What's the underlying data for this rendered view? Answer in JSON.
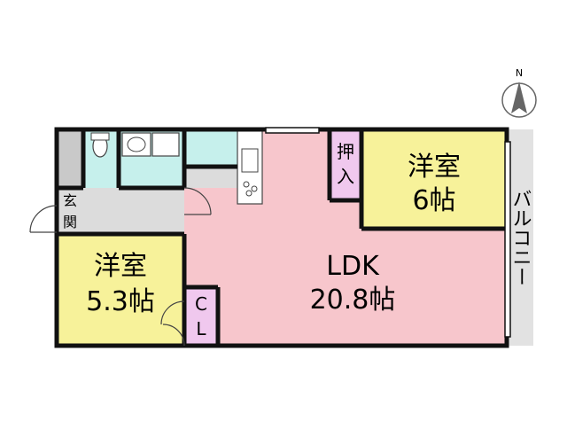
{
  "compass": {
    "label": "N"
  },
  "rooms": {
    "western_room_1": {
      "name": "洋室",
      "size": "6帖"
    },
    "western_room_2": {
      "name": "洋室",
      "size": "5.3帖"
    },
    "ldk": {
      "name": "LDK",
      "size": "20.8帖"
    },
    "closet_oshiire": {
      "line1": "押",
      "line2": "入"
    },
    "closet_cl": {
      "line1": "C",
      "line2": "L"
    },
    "entrance": {
      "line1": "玄",
      "line2": "関"
    },
    "balcony": {
      "label": "バルコニー"
    }
  },
  "colors": {
    "ldk": "#f7c6cc",
    "western_room": "#f7f29a",
    "closet": "#f0c8ee",
    "wet_area": "#c6f0ec",
    "balcony": "#e2e2e2",
    "hall": "#dcdcdc",
    "wall": "#111111"
  }
}
